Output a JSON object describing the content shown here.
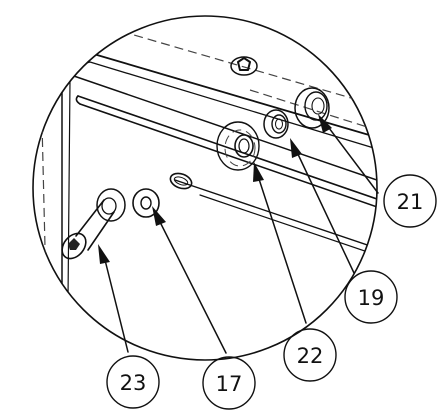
{
  "callouts": [
    {
      "id": "23",
      "label": "23"
    },
    {
      "id": "17",
      "label": "17"
    },
    {
      "id": "22",
      "label": "22"
    },
    {
      "id": "19",
      "label": "19"
    },
    {
      "id": "21",
      "label": "21"
    }
  ]
}
